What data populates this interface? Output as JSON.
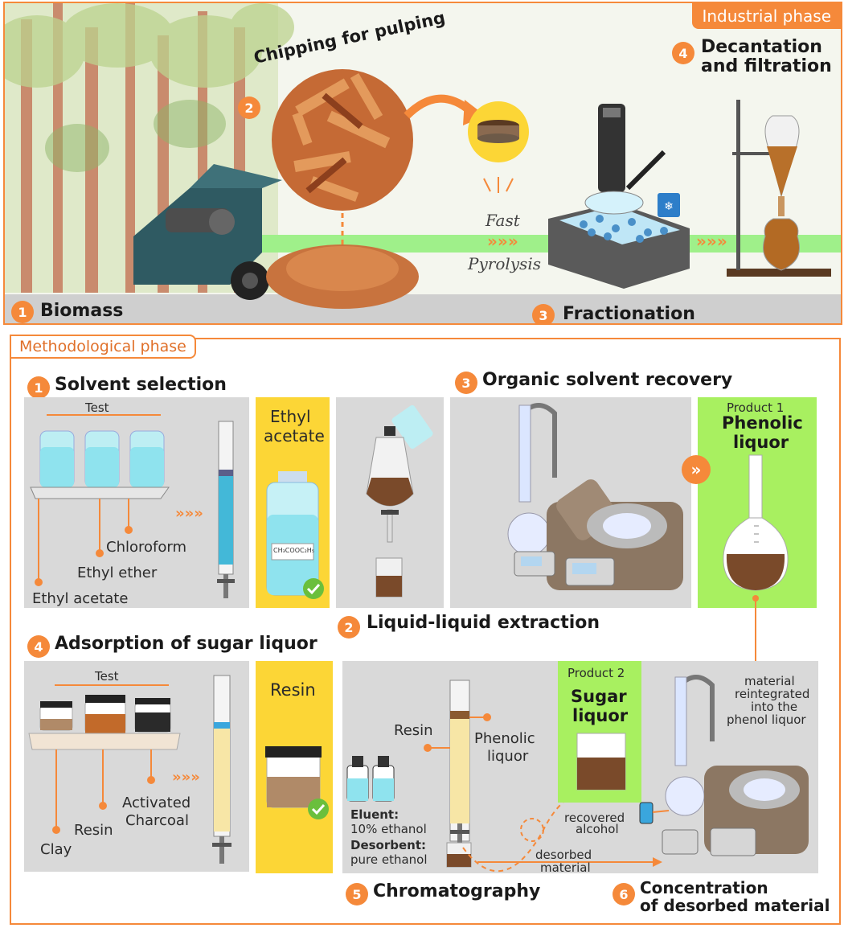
{
  "industrial": {
    "phase_label": "Industrial phase",
    "steps": [
      {
        "num": "1",
        "title": "Biomass"
      },
      {
        "num": "2",
        "title": "Chipping for pulping"
      },
      {
        "num": "3",
        "title": "Fractionation"
      },
      {
        "num": "4",
        "title_line1": "Decantation",
        "title_line2": "and filtration"
      }
    ],
    "fast": "Fast",
    "pyrolysis": "Pyrolysis",
    "arrows": "»»»"
  },
  "methodological": {
    "phase_label": "Methodological phase",
    "solvent_selection": {
      "num": "1",
      "title": "Solvent selection",
      "test": "Test",
      "options": [
        "Chloroform",
        "Ethyl ether",
        "Ethyl acetate"
      ],
      "selected_line1": "Ethyl",
      "selected_line2": "acetate",
      "bottle_label": "CH₃COOC₂H₅"
    },
    "lle": {
      "num": "2",
      "title": "Liquid-liquid extraction"
    },
    "recovery": {
      "num": "3",
      "title": "Organic solvent recovery"
    },
    "product1": {
      "label": "Product 1",
      "name_line1": "Phenolic",
      "name_line2": "liquor"
    },
    "adsorption": {
      "num": "4",
      "title": "Adsorption of sugar liquor",
      "test": "Test",
      "options": [
        "Activated",
        "Charcoal",
        "Resin",
        "Clay"
      ],
      "selected": "Resin"
    },
    "chromatography": {
      "num": "5",
      "title": "Chromatography",
      "resin": "Resin",
      "phenolic_line1": "Phenolic",
      "phenolic_line2": "liquor",
      "eluent_label": "Eluent:",
      "eluent_value": "10% ethanol",
      "desorbent_label": "Desorbent:",
      "desorbent_value": "pure ethanol",
      "desorbed_line1": "desorbed",
      "desorbed_line2": "material"
    },
    "product2": {
      "label": "Product 2",
      "name_line1": "Sugar",
      "name_line2": "liquor"
    },
    "concentration": {
      "num": "6",
      "title_line1": "Concentration",
      "title_line2": "of desorbed material",
      "recovered_line1": "recovered",
      "recovered_line2": "alcohol",
      "reintegrated": [
        "material",
        "reintegrated",
        "into the",
        "phenol liquor"
      ]
    }
  },
  "colors": {
    "orange": "#f5893a",
    "yellow": "#fcd636",
    "green": "#a8f060",
    "panel_grey": "#d9d9d9",
    "liquid_brown": "#7a4a2a",
    "cyan": "#8fe3ee"
  }
}
